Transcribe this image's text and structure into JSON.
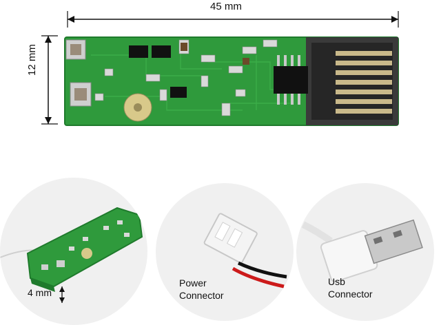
{
  "dimensions": {
    "width_label": "45 mm",
    "height_label": "12 mm",
    "thickness_label": "4 mm"
  },
  "photos": {
    "board_top": "pcb-top-view",
    "board_angle": "pcb-angled-view",
    "power": {
      "line1": "Power",
      "line2": "Connector"
    },
    "usb": {
      "line1": "Usb",
      "line2": "Connector"
    }
  },
  "colors": {
    "pcb": "#2f9a3c",
    "pcb_dark": "#1f7a2c",
    "gold": "#c9b98a",
    "chip": "#111111",
    "wire_red": "#cc1a1a",
    "wire_black": "#111111"
  }
}
